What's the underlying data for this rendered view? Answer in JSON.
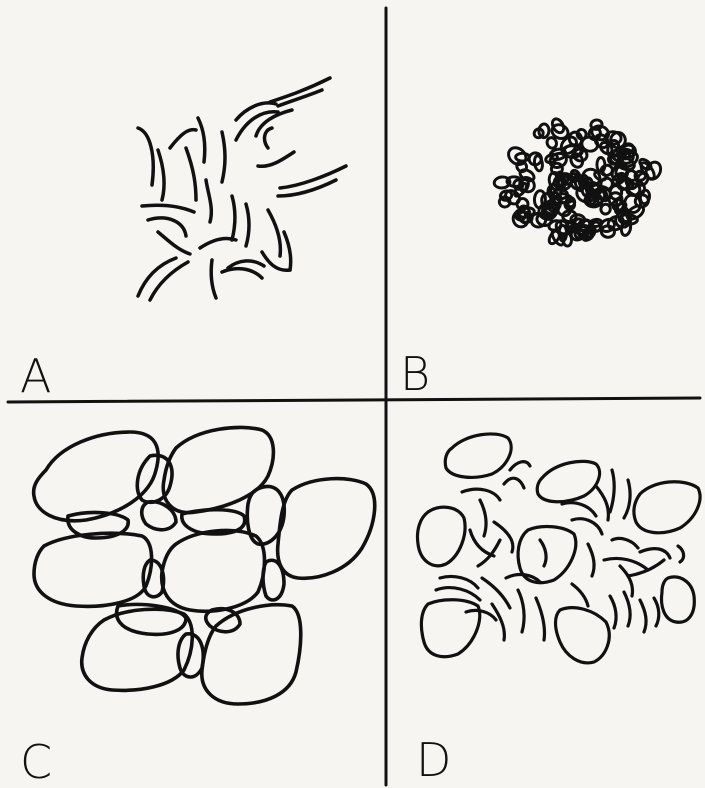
{
  "panels": [
    {
      "id": "a",
      "label": "A"
    },
    {
      "id": "b",
      "label": "B"
    },
    {
      "id": "c",
      "label": "C"
    },
    {
      "id": "d",
      "label": "D"
    }
  ]
}
